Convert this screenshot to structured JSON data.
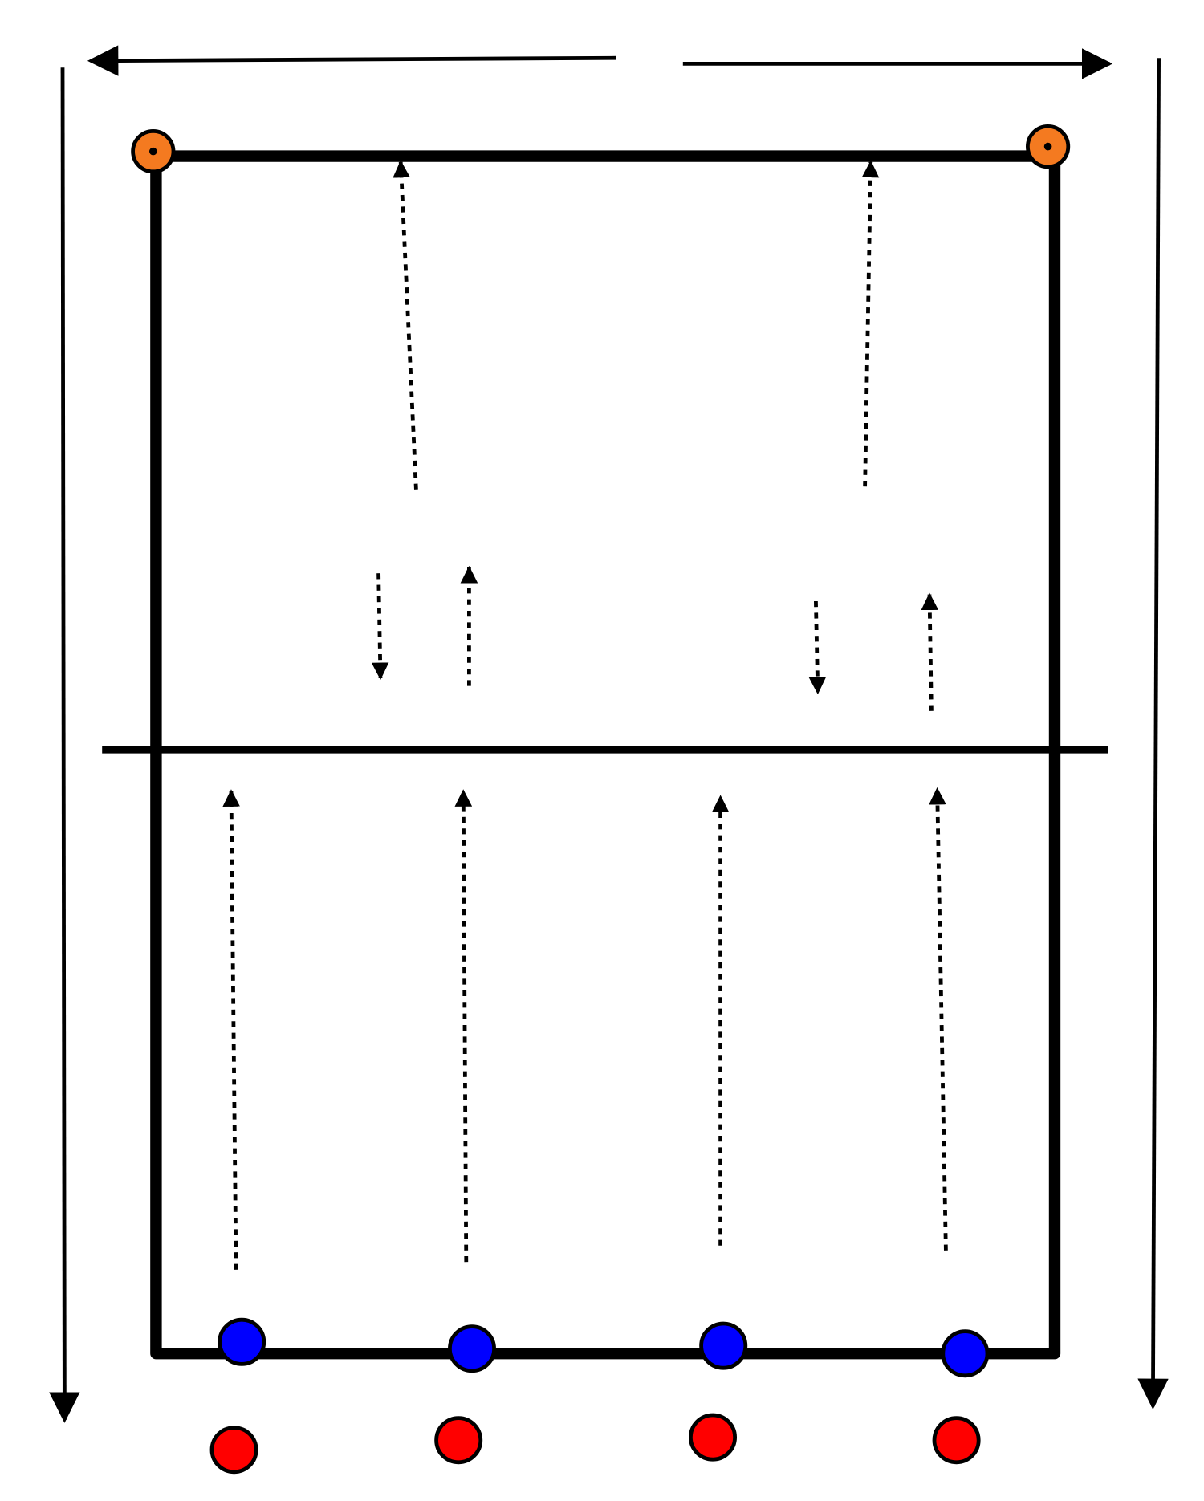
{
  "colors": {
    "background": "#ffffff",
    "lines": "#000000",
    "cone": "#f47a20",
    "team_blue": "#0000ff",
    "team_red": "#ff0000"
  },
  "markers": {
    "cones": 2,
    "blue_players": 4,
    "red_players": 4
  }
}
